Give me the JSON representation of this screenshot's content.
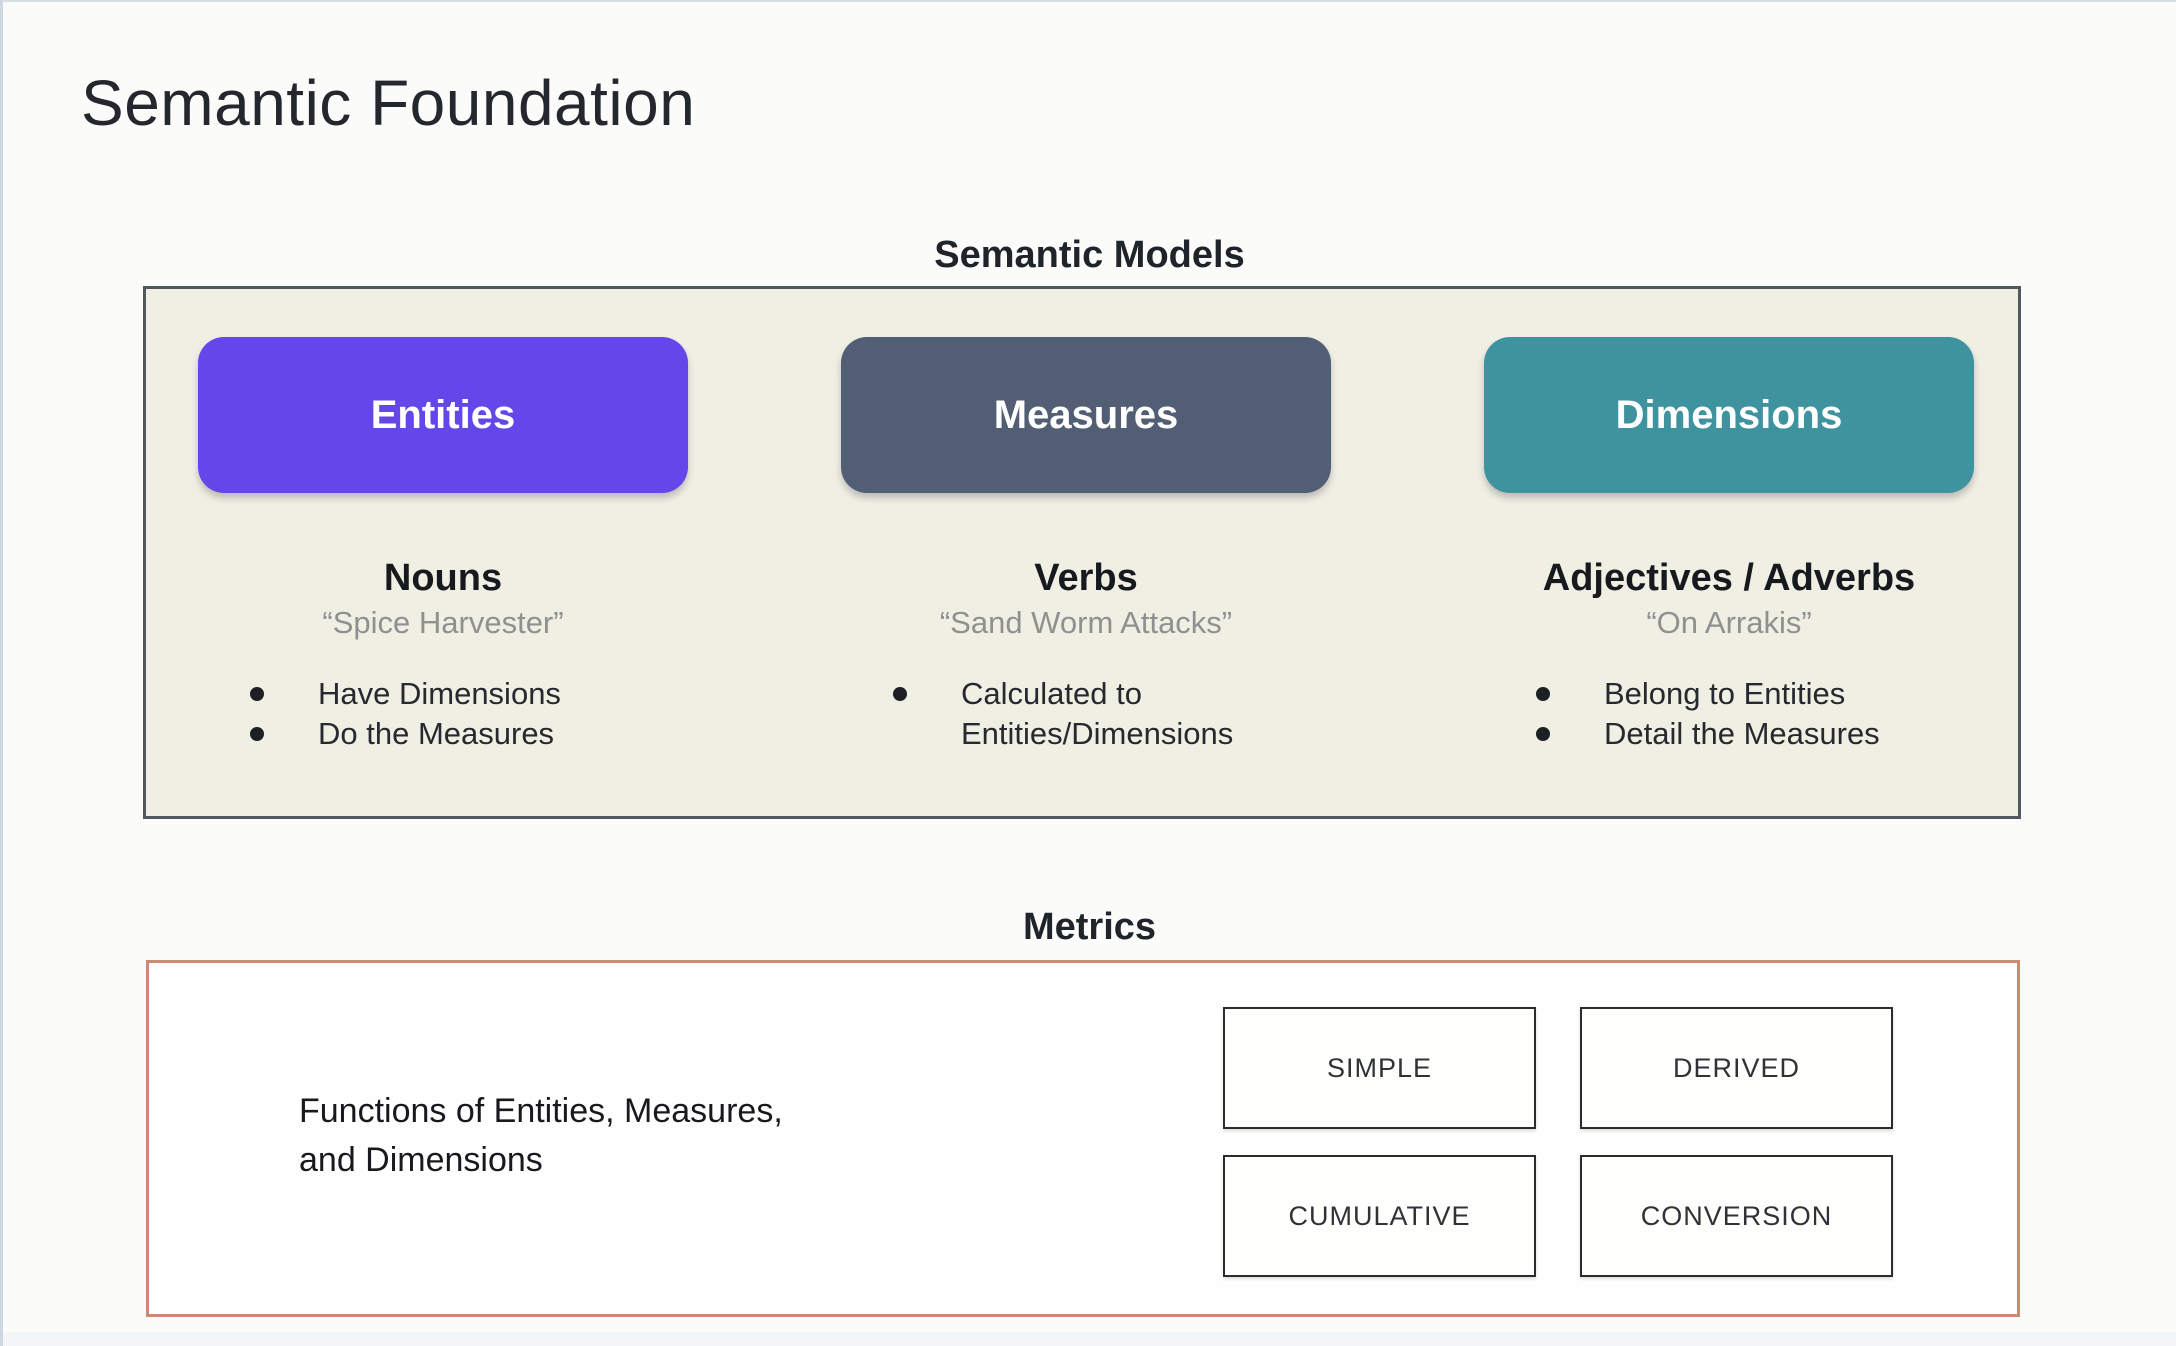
{
  "slide": {
    "title": "Semantic Foundation"
  },
  "semantic_models": {
    "header": "Semantic Models",
    "panel_bg_color": "#f0efe4",
    "columns": [
      {
        "pill": "Entities",
        "pill_color": "#6347e9",
        "part_of_speech": "Nouns",
        "example": "“Spice Harvester”",
        "bullets": [
          "Have Dimensions",
          "Do the Measures"
        ]
      },
      {
        "pill": "Measures",
        "pill_color": "#525e74",
        "part_of_speech": "Verbs",
        "example": "“Sand Worm Attacks”",
        "bullets": [
          "Calculated to Entities/Dimensions"
        ]
      },
      {
        "pill": "Dimensions",
        "pill_color": "#3f939f",
        "part_of_speech": "Adjectives / Adverbs",
        "example": "“On Arrakis”",
        "bullets": [
          "Belong to Entities",
          "Detail the Measures"
        ]
      }
    ]
  },
  "metrics": {
    "header": "Metrics",
    "description_lines": [
      "Functions of Entities, Measures,",
      "and Dimensions"
    ],
    "border_color": "#ca8a73",
    "types": [
      "SIMPLE",
      "DERIVED",
      "CUMULATIVE",
      "CONVERSION"
    ]
  }
}
